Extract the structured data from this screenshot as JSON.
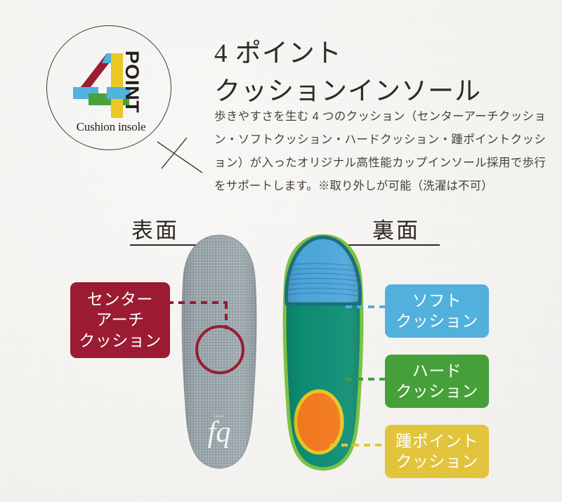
{
  "background_color": "#f4f2ee",
  "badge": {
    "number": "4",
    "point_text": "POINT",
    "caption": "Cushion insole",
    "colors": {
      "dark_red": "#9b1b33",
      "blue": "#4fb3de",
      "yellow": "#e8c822",
      "green": "#4aa23c",
      "outline": "#3f3a35"
    }
  },
  "heading": {
    "line1": "4 ポイント",
    "line2": "クッションインソール"
  },
  "lead_paragraph": "歩きやすさを生む 4 つのクッション（センターアーチクッション・ソフトクッション・ハードクッション・踵ポイントクッション）が入ったオリジナル高性能カップインソール採用で歩行をサポートします。※取り外しが可能（洗濯は不可）",
  "captions": {
    "front": "表面",
    "back": "裏面"
  },
  "labels": [
    {
      "id": "center-arch",
      "line1": "センター",
      "line2": "アーチ",
      "line3": "クッション",
      "color": "#9b1b33",
      "side": "left"
    },
    {
      "id": "soft",
      "line1": "ソフト",
      "line2": "クッション",
      "color": "#52b0dd",
      "side": "right"
    },
    {
      "id": "hard",
      "line1": "ハード",
      "line2": "クッション",
      "color": "#46a039",
      "side": "right"
    },
    {
      "id": "heel-point",
      "line1": "踵ポイント",
      "line2": "クッション",
      "color": "#e2c43c",
      "side": "right"
    }
  ],
  "insole_front": {
    "brand_mark": "fq",
    "fabric_color": "#9aa6ab",
    "highlight_circle_color": "#9b1b33"
  },
  "insole_back": {
    "zones": [
      {
        "name": "soft-forefoot",
        "color": "#4ea8dc"
      },
      {
        "name": "hard-midsole",
        "color": "#0d8f75"
      },
      {
        "name": "heel-point-pad",
        "color": "#f57a1f"
      }
    ],
    "rim_color": "#7dc242",
    "toe_outline_color": "#1d6f7e",
    "heel_ring_color": "#e8c822"
  }
}
